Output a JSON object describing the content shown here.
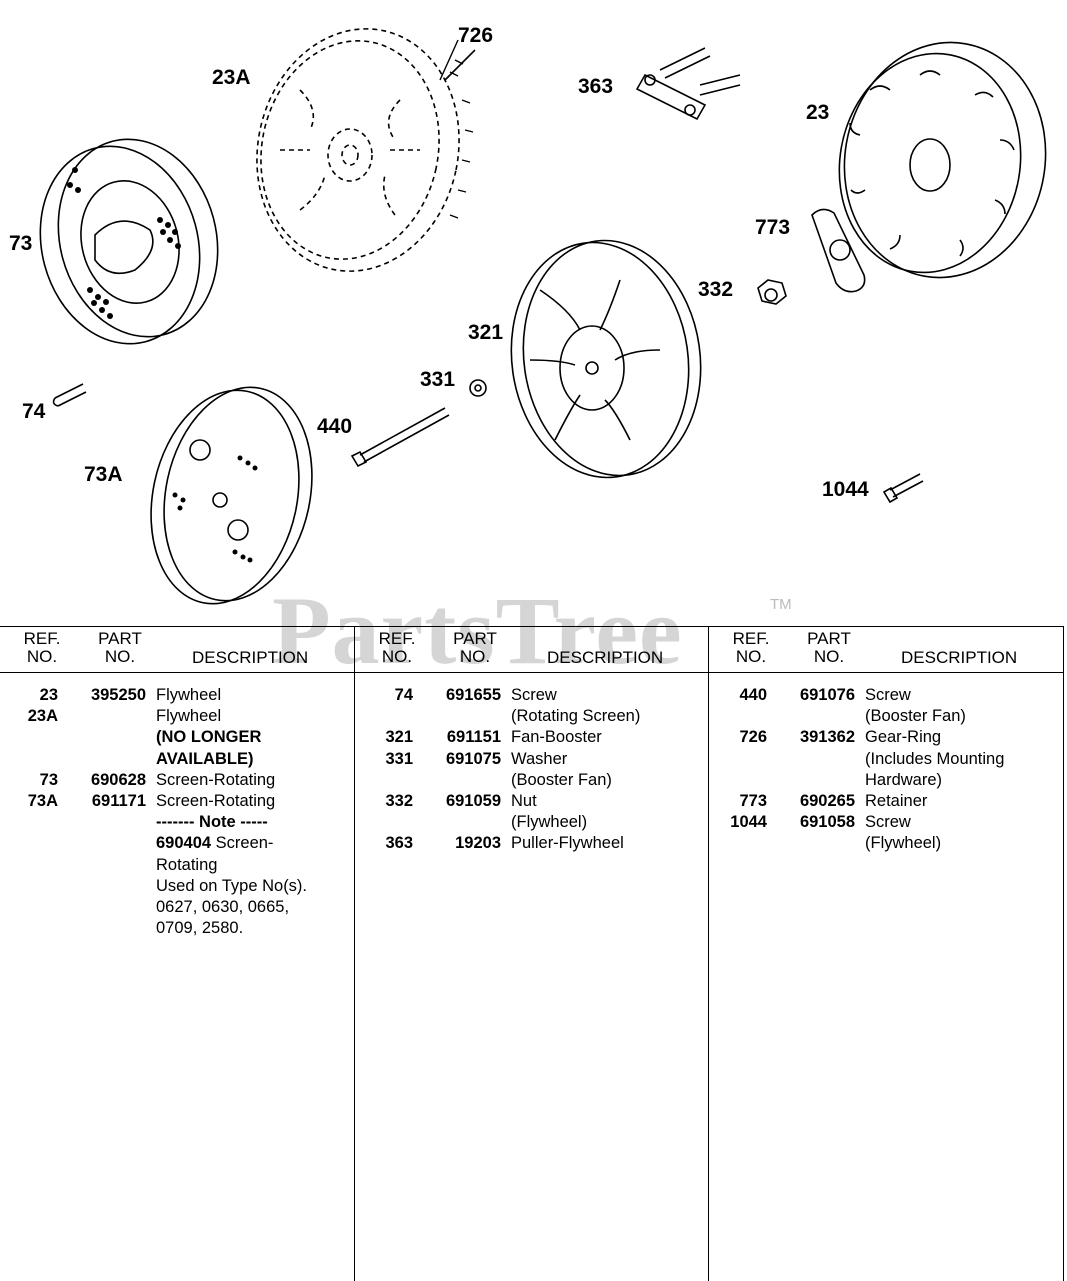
{
  "diagram": {
    "callouts": [
      "726",
      "23A",
      "363",
      "23",
      "73",
      "773",
      "332",
      "321",
      "331",
      "74",
      "440",
      "73A",
      "1044"
    ]
  },
  "watermark": {
    "text": "PartsTree",
    "tm": "TM"
  },
  "table": {
    "headers": {
      "ref_l1": "REF.",
      "ref_l2": "NO.",
      "part_l1": "PART",
      "part_l2": "NO.",
      "desc": "DESCRIPTION"
    },
    "col1": [
      {
        "ref": "23",
        "part": "395250",
        "desc": "Flywheel"
      },
      {
        "ref": "23A",
        "part": "",
        "desc": "Flywheel"
      },
      {
        "ref": "",
        "part": "",
        "desc": "(NO LONGER"
      },
      {
        "ref": "",
        "part": "",
        "desc": "AVAILABLE)"
      },
      {
        "ref": "73",
        "part": "690628",
        "desc": "Screen-Rotating"
      },
      {
        "ref": "73A",
        "part": "691171",
        "desc": "Screen-Rotating"
      },
      {
        "ref": "",
        "part": "",
        "desc": "------- Note -----"
      },
      {
        "ref": "",
        "part": "",
        "desc_bold": "690404",
        "desc": " Screen-"
      },
      {
        "ref": "",
        "part": "",
        "desc": "Rotating"
      },
      {
        "ref": "",
        "part": "",
        "desc": "Used on Type No(s)."
      },
      {
        "ref": "",
        "part": "",
        "desc": "0627, 0630, 0665,"
      },
      {
        "ref": "",
        "part": "",
        "desc": "0709, 2580."
      }
    ],
    "col2": [
      {
        "ref": "74",
        "part": "691655",
        "desc": "Screw"
      },
      {
        "ref": "",
        "part": "",
        "desc": "(Rotating Screen)"
      },
      {
        "ref": "321",
        "part": "691151",
        "desc": "Fan-Booster"
      },
      {
        "ref": "331",
        "part": "691075",
        "desc": "Washer"
      },
      {
        "ref": "",
        "part": "",
        "desc": "(Booster Fan)"
      },
      {
        "ref": "332",
        "part": "691059",
        "desc": "Nut"
      },
      {
        "ref": "",
        "part": "",
        "desc": "(Flywheel)"
      },
      {
        "ref": "363",
        "part": "19203",
        "desc": "Puller-Flywheel"
      }
    ],
    "col3": [
      {
        "ref": "440",
        "part": "691076",
        "desc": "Screw"
      },
      {
        "ref": "",
        "part": "",
        "desc": "(Booster Fan)"
      },
      {
        "ref": "726",
        "part": "391362",
        "desc": "Gear-Ring"
      },
      {
        "ref": "",
        "part": "",
        "desc": "(Includes Mounting"
      },
      {
        "ref": "",
        "part": "",
        "desc": "Hardware)"
      },
      {
        "ref": "773",
        "part": "690265",
        "desc": "Retainer"
      },
      {
        "ref": "1044",
        "part": "691058",
        "desc": "Screw"
      },
      {
        "ref": "",
        "part": "",
        "desc": "(Flywheel)"
      }
    ]
  }
}
